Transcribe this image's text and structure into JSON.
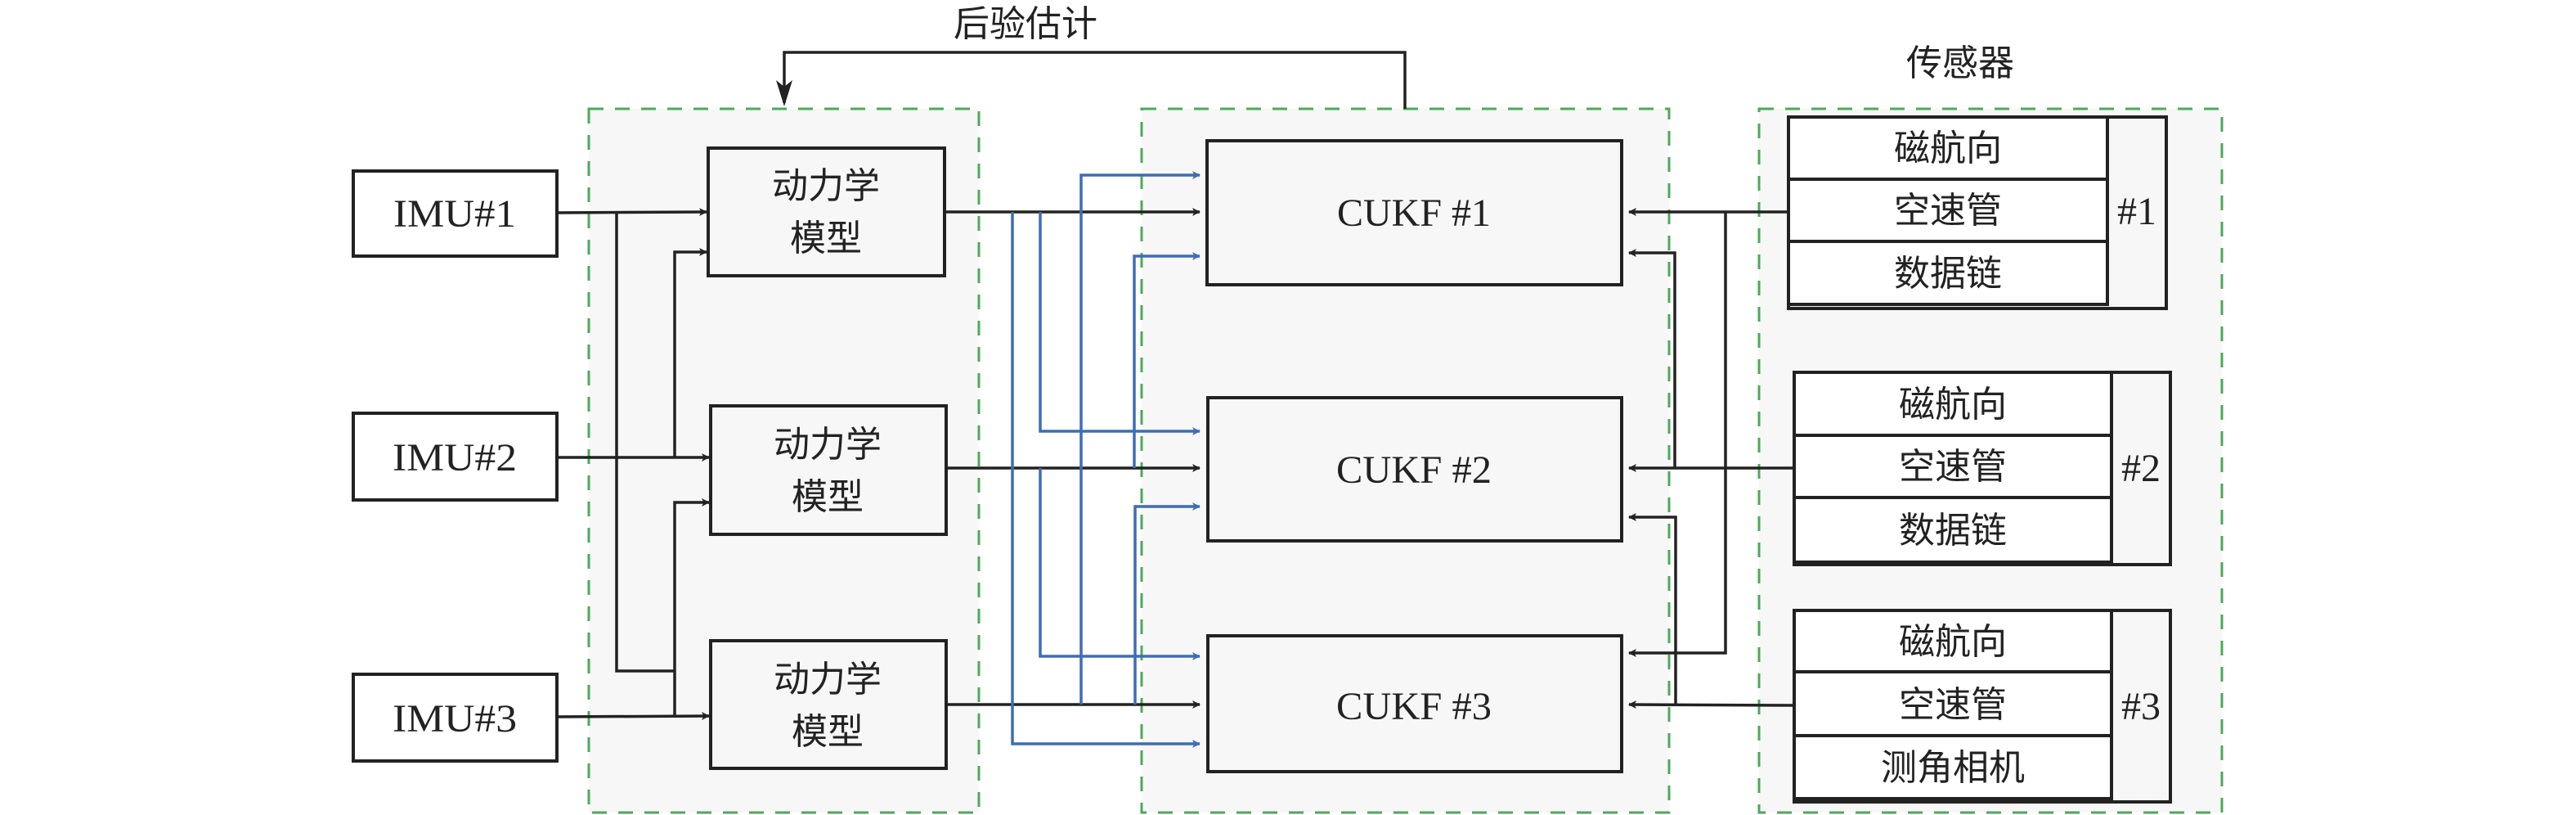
{
  "figure": {
    "feedback_label": "后验估计",
    "sensors_title": "传感器",
    "colors": {
      "group_border": "#4caa58",
      "group_fill": "#f7f7f7",
      "line": "#222222",
      "blue_line": "#3e6db5"
    }
  },
  "imus": [
    {
      "label": "IMU#1"
    },
    {
      "label": "IMU#2"
    },
    {
      "label": "IMU#3"
    }
  ],
  "dynamics_models": [
    {
      "line1": "动力学",
      "line2": "模型"
    },
    {
      "line1": "动力学",
      "line2": "模型"
    },
    {
      "line1": "动力学",
      "line2": "模型"
    }
  ],
  "filters": [
    {
      "label": "CUKF #1"
    },
    {
      "label": "CUKF #2"
    },
    {
      "label": "CUKF #3"
    }
  ],
  "sensor_sets": [
    {
      "id": "#1",
      "items": [
        "磁航向",
        "空速管",
        "数据链"
      ]
    },
    {
      "id": "#2",
      "items": [
        "磁航向",
        "空速管",
        "数据链"
      ]
    },
    {
      "id": "#3",
      "items": [
        "磁航向",
        "空速管",
        "测角相机"
      ]
    }
  ],
  "connections": {
    "imu_to_model": [
      {
        "from": "IMU#1",
        "to": [
          "动力学模型 1"
        ]
      },
      {
        "from": "IMU#1",
        "to": [
          "动力学模型 2"
        ],
        "via": "shared bus"
      },
      {
        "from": "IMU#2",
        "to": [
          "动力学模型 2",
          "动力学模型 1"
        ]
      },
      {
        "from": "IMU#3",
        "to": [
          "动力学模型 3",
          "动力学模型 2"
        ]
      }
    ],
    "model_to_filter": [
      {
        "from": "动力学模型 1",
        "to": "CUKF #1",
        "style": "black"
      },
      {
        "from": "动力学模型 2",
        "to": "CUKF #2",
        "style": "black"
      },
      {
        "from": "动力学模型 3",
        "to": "CUKF #3",
        "style": "black"
      },
      {
        "from": "动力学模型 1",
        "to": "CUKF #2",
        "style": "blue"
      },
      {
        "from": "动力学模型 1",
        "to": "CUKF #3",
        "style": "blue"
      },
      {
        "from": "动力学模型 2",
        "to": "CUKF #1",
        "style": "blue"
      },
      {
        "from": "动力学模型 2",
        "to": "CUKF #3",
        "style": "blue"
      },
      {
        "from": "动力学模型 3",
        "to": "CUKF #1",
        "style": "blue"
      },
      {
        "from": "动力学模型 3",
        "to": "CUKF #2",
        "style": "blue"
      }
    ],
    "sensor_to_filter": [
      {
        "from": "传感器 #1",
        "to": [
          "CUKF #1",
          "CUKF #3"
        ]
      },
      {
        "from": "传感器 #2",
        "to": [
          "CUKF #2",
          "CUKF #1"
        ]
      },
      {
        "from": "传感器 #3",
        "to": [
          "CUKF #3",
          "CUKF #2"
        ]
      }
    ],
    "feedback": {
      "from": "CUKF group",
      "to": "动力学模型 group",
      "label": "后验估计"
    }
  }
}
